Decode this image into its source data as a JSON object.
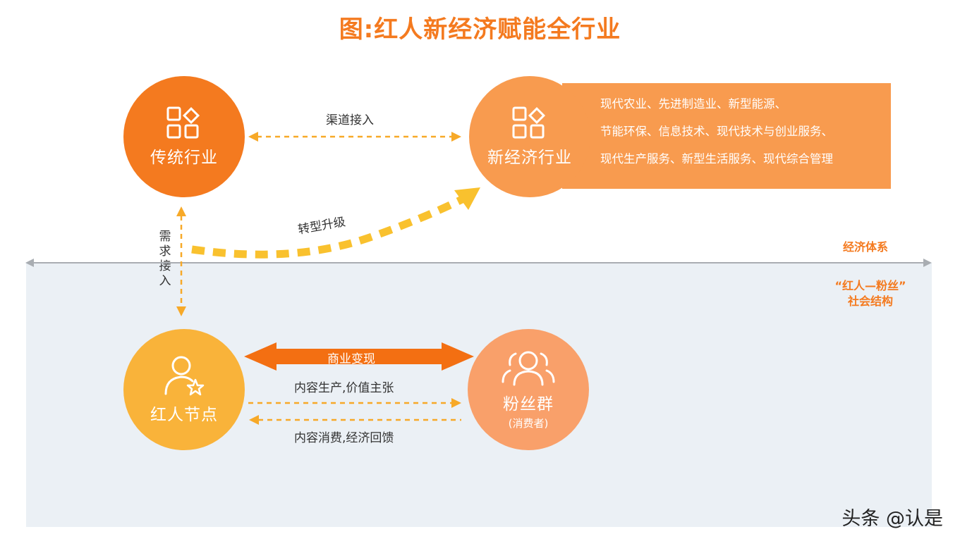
{
  "title": "图:红人新经济赋能全行业",
  "nodes": {
    "traditional": "传统行业",
    "new_economy": "新经济行业",
    "influencer": "红人节点",
    "fans": "粉丝群",
    "fans_sub": "(消费者)"
  },
  "industries": [
    "现代农业、先进制造业、新型能源、",
    "节能环保、信息技术、现代技术与创业服务、",
    "现代生产服务、新型生活服务、现代综合管理"
  ],
  "edges": {
    "channel": "渠道接入",
    "transform": "转型升级",
    "demand": "需求接入",
    "commerce": "商业变现",
    "content_production": "内容生产,价值主张",
    "content_consumption": "内容消费,经济回馈"
  },
  "layers": {
    "economic_system": "经济体系",
    "social_structure_line1": "“红人—粉丝”",
    "social_structure_line2": "社会结构"
  },
  "watermark": "头条 @认是",
  "colors": {
    "accent": "#F47A1F",
    "new_economy": "#F89B4F",
    "influencer": "#F9B33A",
    "fans": "#F9A06A",
    "dashed": "#F7A928",
    "panel": "#EBF0F5"
  }
}
